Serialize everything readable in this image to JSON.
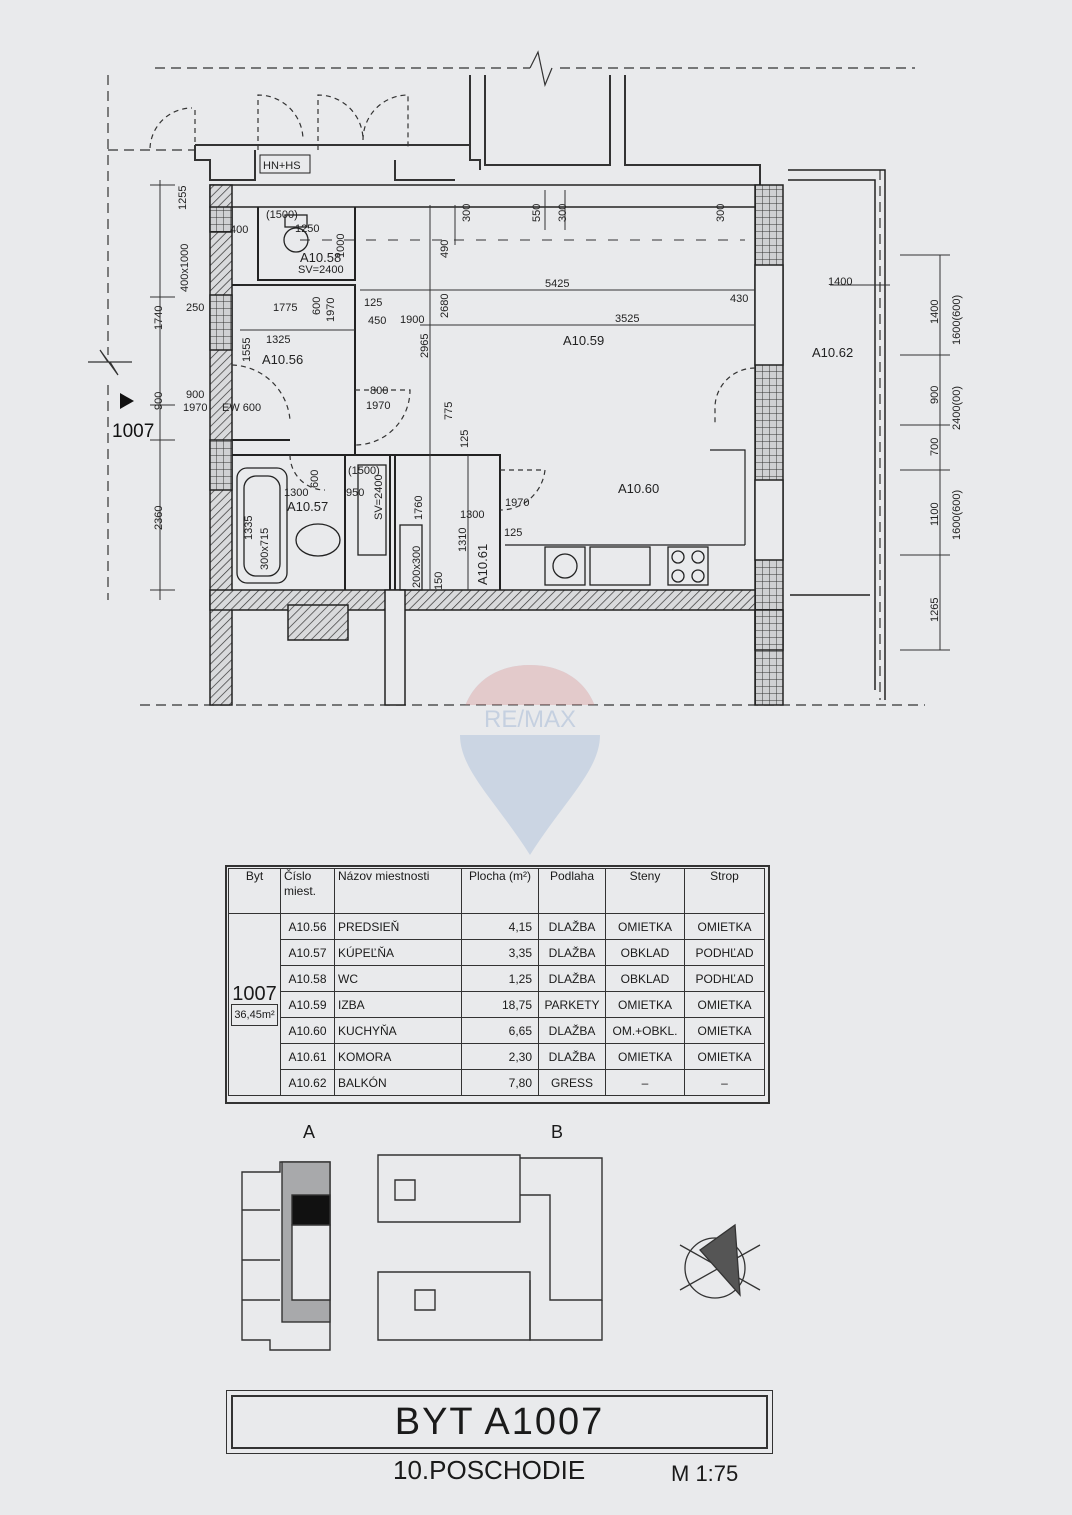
{
  "plan": {
    "apartment_marker": "1007",
    "rooms": {
      "r56": "A10.56",
      "r57": "A10.57",
      "r58": "A10.58",
      "r59": "A10.59",
      "r60": "A10.60",
      "r61": "A10.61",
      "r62": "A10.62"
    },
    "labels": {
      "hnhs": "HN+HS",
      "wc_sv": "SV=2400",
      "bath_sv": "SV=2400",
      "ew": "EW 600",
      "tub": "300x715",
      "shelf": "200x300",
      "wc_1500": "(1500)",
      "bath_1500": "(1500)"
    },
    "dims": {
      "d1255": "1255",
      "d1740": "1740",
      "d900": "900",
      "d2360": "2360",
      "d400x1000": "400x1000",
      "d250": "250",
      "d400": "400",
      "d1775": "1775",
      "d1325": "1325",
      "d1555": "1555",
      "d1250": "1250",
      "d1000": "1000",
      "d600_1970": "600",
      "d1970a": "1970",
      "d125a": "125",
      "d450": "450",
      "d1900": "1900",
      "d2680": "2680",
      "d2965": "2965",
      "d490": "490",
      "d300a": "300",
      "d550": "550",
      "d300b": "300",
      "d300c": "300",
      "d5425": "5425",
      "d3525": "3525",
      "d430": "430",
      "d1400": "1400",
      "d800": "800",
      "d1970b": "1970",
      "d900b": "900",
      "d1970c": "1970",
      "d775": "775",
      "d125b": "125",
      "d1300": "1300",
      "d950": "950",
      "d1335": "1335",
      "d1760": "1760",
      "d1310": "1310",
      "d150": "150",
      "d1300b": "1300",
      "d600b": "600",
      "d1970d": "1970",
      "d125c": "125",
      "r1400": "1400",
      "r900": "900",
      "r700": "700",
      "r1100": "1100",
      "r1265": "1265",
      "r2400": "2400(00)",
      "r1600a": "1600(600)",
      "r1600b": "1600(600)"
    }
  },
  "watermark": "RE/MAX",
  "table": {
    "headers": [
      "Byt",
      "Číslo miest.",
      "Názov miestnosti",
      "Plocha (m²)",
      "Podlaha",
      "Steny",
      "Strop"
    ],
    "byt_number": "1007",
    "byt_area": "36,45m²",
    "rows": [
      {
        "id": "A10.56",
        "name": "PREDSIEŇ",
        "area": "4,15",
        "floor": "DLAŽBA",
        "walls": "OMIETKA",
        "ceiling": "OMIETKA"
      },
      {
        "id": "A10.57",
        "name": "KÚPEĽŇA",
        "area": "3,35",
        "floor": "DLAŽBA",
        "walls": "OBKLAD",
        "ceiling": "PODHĽAD"
      },
      {
        "id": "A10.58",
        "name": "WC",
        "area": "1,25",
        "floor": "DLAŽBA",
        "walls": "OBKLAD",
        "ceiling": "PODHĽAD"
      },
      {
        "id": "A10.59",
        "name": "IZBA",
        "area": "18,75",
        "floor": "PARKETY",
        "walls": "OMIETKA",
        "ceiling": "OMIETKA"
      },
      {
        "id": "A10.60",
        "name": "KUCHYŇA",
        "area": "6,65",
        "floor": "DLAŽBA",
        "walls": "OM.+OBKL.",
        "ceiling": "OMIETKA"
      },
      {
        "id": "A10.61",
        "name": "KOMORA",
        "area": "2,30",
        "floor": "DLAŽBA",
        "walls": "OMIETKA",
        "ceiling": "OMIETKA"
      },
      {
        "id": "A10.62",
        "name": "BALKÓN",
        "area": "7,80",
        "floor": "GRESS",
        "walls": "–",
        "ceiling": "–"
      }
    ]
  },
  "keyplan": {
    "label_a": "A",
    "label_b": "B"
  },
  "footer": {
    "title": "BYT  A1007",
    "floor": "10.POSCHODIE",
    "scale": "M 1:75"
  }
}
